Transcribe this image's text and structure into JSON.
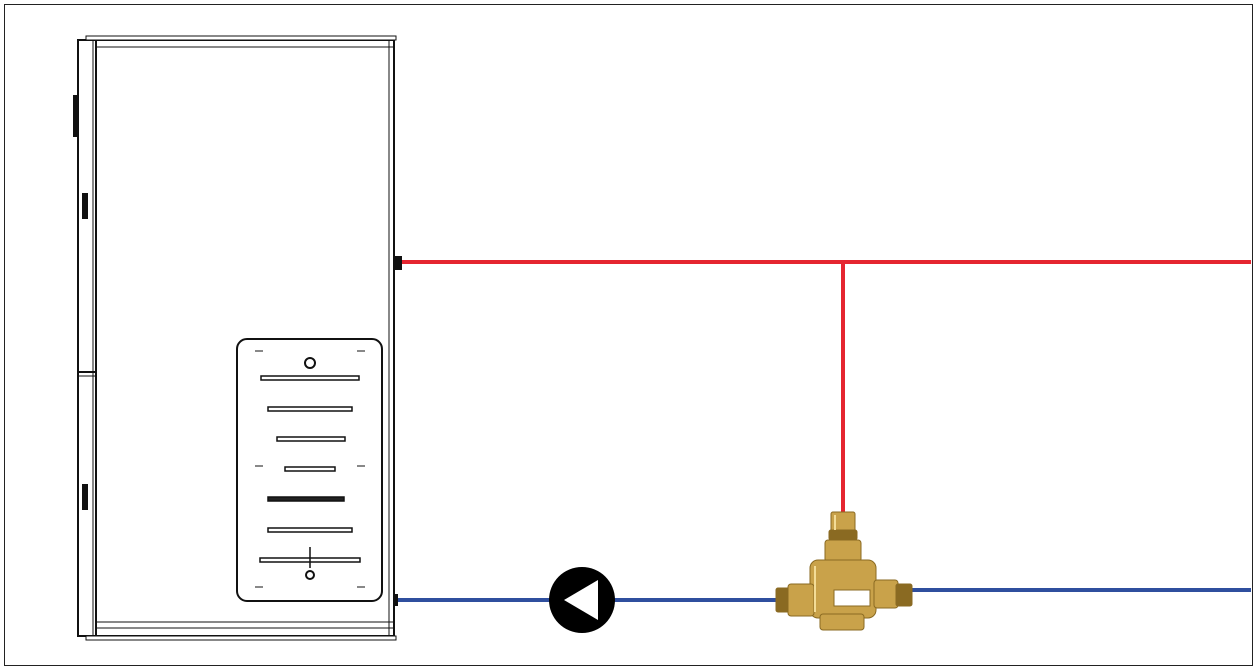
{
  "diagram": {
    "colors": {
      "hot_pipe": "#e52530",
      "cold_pipe": "#2f4f9e",
      "outline": "#111111",
      "frame": "#222222",
      "brass": "#c9a24a",
      "brass_dark": "#8a6a22",
      "pump_fill": "#000000",
      "pump_arrow": "#ffffff"
    },
    "components": [
      {
        "id": "heat-pump-unit",
        "icon": "heat-pump-unit-icon"
      },
      {
        "id": "control-panel",
        "icon": "control-panel-icon"
      },
      {
        "id": "hot-supply-line",
        "icon": "hot-pipe-icon"
      },
      {
        "id": "cold-return-line",
        "icon": "cold-pipe-icon"
      },
      {
        "id": "hot-branch-line",
        "icon": "hot-pipe-icon"
      },
      {
        "id": "circulation-pump",
        "icon": "circulation-pump-icon",
        "direction": "left"
      },
      {
        "id": "three-way-mixing-valve",
        "icon": "mixing-valve-icon"
      }
    ]
  }
}
